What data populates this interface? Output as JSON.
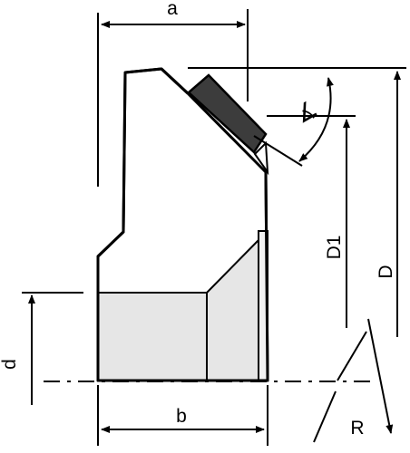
{
  "diagram": {
    "labels": {
      "a": "a",
      "b": "b",
      "d": "d",
      "d1": "D1",
      "d_outer": "D",
      "r": "R",
      "angle": "∡"
    },
    "colors": {
      "body_fill": "#d2d2d2",
      "lower_body_fill": "#e6e6e6",
      "seal_fill": "#3c3c3c",
      "line": "#000000"
    }
  }
}
